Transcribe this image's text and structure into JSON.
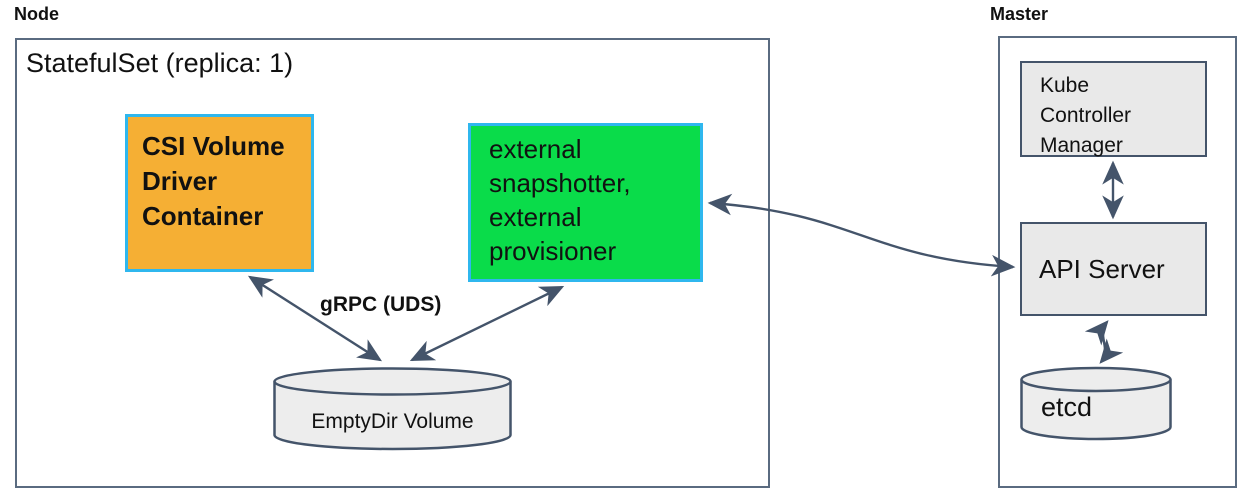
{
  "node": {
    "label": "Node",
    "statefulset_title": "StatefulSet (replica: 1)",
    "csi_lines": [
      "CSI Volume",
      "Driver",
      "Container"
    ],
    "external_lines": [
      "external",
      "snapshotter,",
      "external",
      "provisioner"
    ],
    "grpc_label": "gRPC (UDS)",
    "emptydir_label": "EmptyDir Volume"
  },
  "master": {
    "label": "Master",
    "kcm_lines": [
      "Kube",
      "Controller",
      "Manager"
    ],
    "api_server_label": "API Server",
    "etcd_label": "etcd"
  },
  "colors": {
    "outline_slate": "#44546A",
    "outer_border": "#5a6b80",
    "csi_fill": "#F5AF34",
    "external_fill": "#0ADC4A",
    "highlight_border": "#2FB7EE",
    "gray_fill": "#E9E9E9"
  },
  "icons": {
    "emptydir_cylinder": "database-cylinder-icon",
    "etcd_cylinder": "database-cylinder-icon"
  }
}
